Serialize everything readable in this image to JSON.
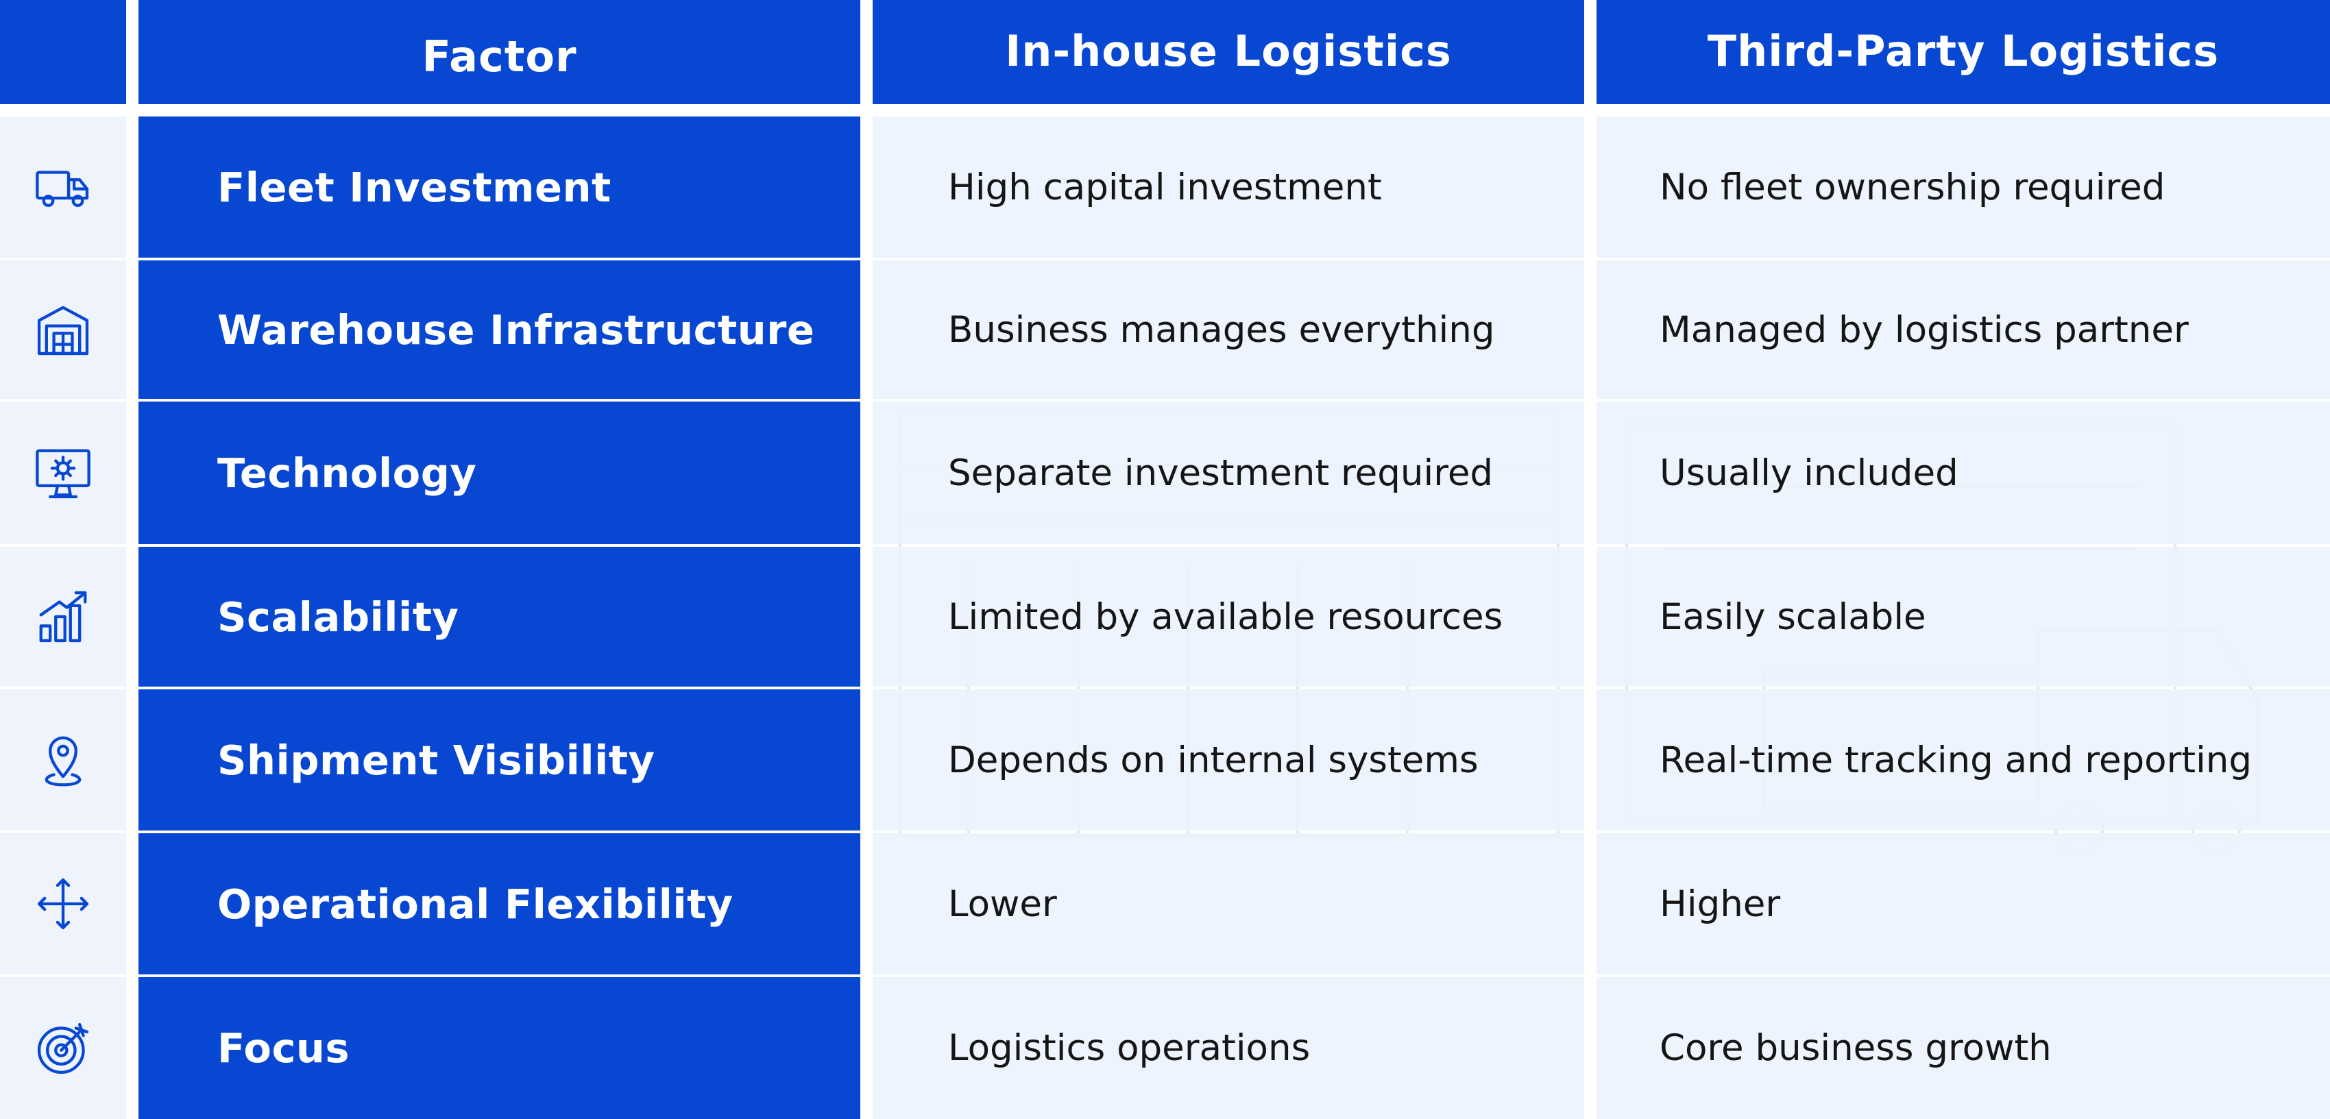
{
  "colors": {
    "brand": "#0747d1",
    "pale": "#eef3fc",
    "text": "#151515"
  },
  "header": {
    "factor": "Factor",
    "inhouse": "In-house Logistics",
    "third_party": "Third-Party Logistics"
  },
  "rows": [
    {
      "icon": "truck-icon",
      "factor": "Fleet Investment",
      "inhouse": "High capital investment",
      "third_party": "No fleet ownership required"
    },
    {
      "icon": "warehouse-icon",
      "factor": "Warehouse Infrastructure",
      "inhouse": "Business manages everything",
      "third_party": "Managed by logistics partner"
    },
    {
      "icon": "monitor-gear-icon",
      "factor": "Technology",
      "inhouse": "Separate investment required",
      "third_party": "Usually included"
    },
    {
      "icon": "growth-chart-icon",
      "factor": "Scalability",
      "inhouse": "Limited by available resources",
      "third_party": "Easily scalable"
    },
    {
      "icon": "location-pin-icon",
      "factor": "Shipment Visibility",
      "inhouse": "Depends on internal systems",
      "third_party": "Real-time tracking and reporting"
    },
    {
      "icon": "move-arrows-icon",
      "factor": "Operational Flexibility",
      "inhouse": "Lower",
      "third_party": "Higher"
    },
    {
      "icon": "target-icon",
      "factor": "Focus",
      "inhouse": "Logistics operations",
      "third_party": "Core business growth"
    }
  ]
}
